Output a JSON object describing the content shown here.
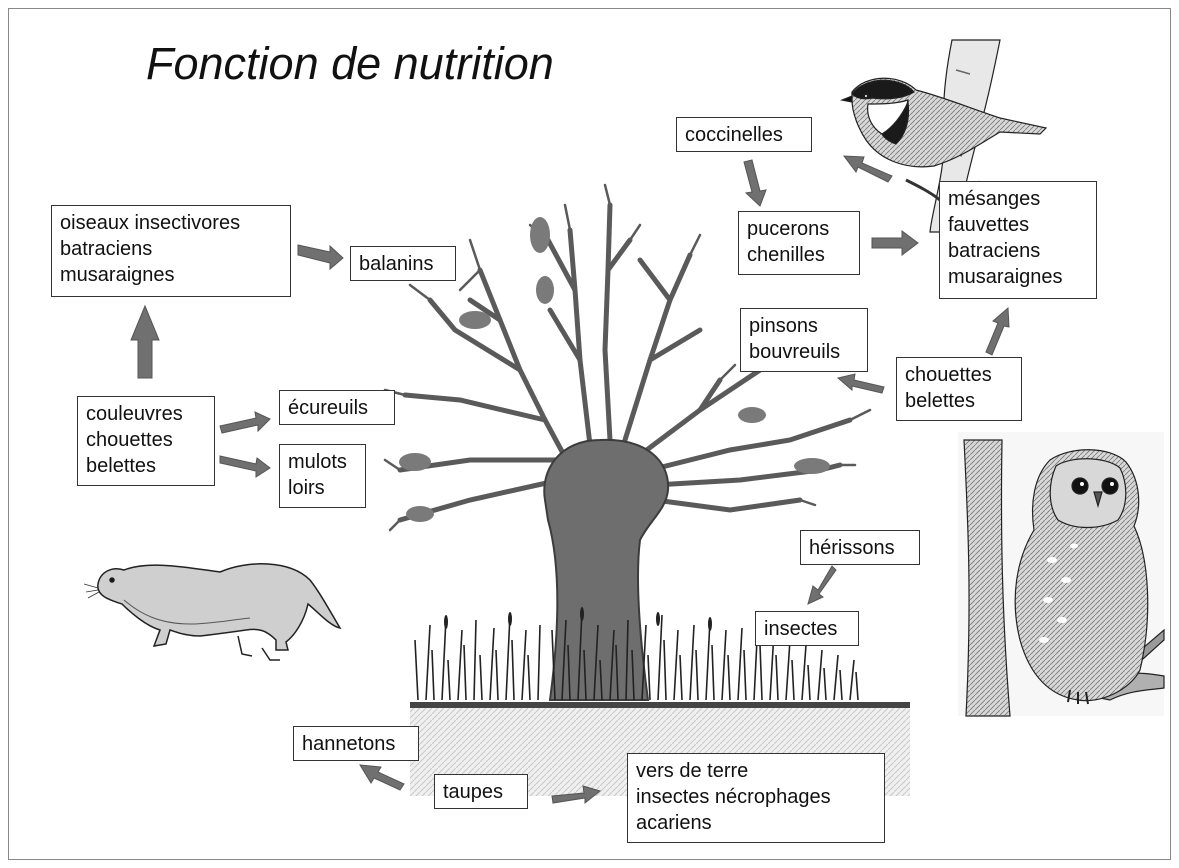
{
  "title": "Fonction de nutrition",
  "colors": {
    "arrow": "#707070",
    "trunk": "#6e6e6e",
    "branch": "#5a5a5a",
    "soil": "#e6e6e6",
    "ground_line": "#444444"
  },
  "illustrations": [
    "weasel-illustration",
    "tit-bird-illustration",
    "tawny-owl-illustration",
    "pollarded-tree-illustration"
  ],
  "boxes": {
    "oiseaux": [
      "oiseaux insectivores",
      "batraciens",
      "musaraignes"
    ],
    "balanins": [
      "balanins"
    ],
    "couleuvres": [
      "couleuvres",
      "chouettes",
      "belettes"
    ],
    "ecureuils": [
      "écureuils"
    ],
    "mulots": [
      "mulots",
      "loirs"
    ],
    "coccinelles": [
      "coccinelles"
    ],
    "pucerons": [
      "pucerons",
      "chenilles"
    ],
    "mesanges": [
      "mésanges",
      "fauvettes",
      "batraciens",
      "musaraignes"
    ],
    "pinsons": [
      "pinsons",
      "bouvreuils"
    ],
    "chouettes": [
      "chouettes",
      "belettes"
    ],
    "herissons": [
      "hérissons"
    ],
    "insectes": [
      "insectes"
    ],
    "hannetons": [
      "hannetons"
    ],
    "taupes": [
      "taupes"
    ],
    "vers": [
      "vers de terre",
      "insectes nécrophages",
      "acariens"
    ]
  }
}
